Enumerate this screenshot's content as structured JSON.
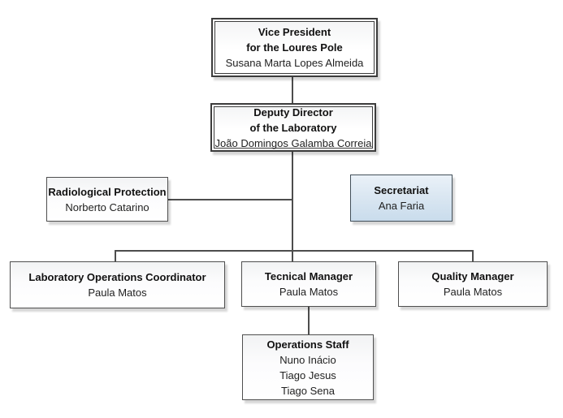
{
  "org_chart": {
    "nodes": [
      {
        "id": "vice-president",
        "title": "Vice President\nfor the Loures Pole",
        "names": "Susana Marta Lopes Almeida",
        "style": "double-border"
      },
      {
        "id": "deputy-director",
        "title": "Deputy Director\nof the Laboratory",
        "names": "João Domingos Galamba Correia",
        "style": "double-border"
      },
      {
        "id": "radiological-protection",
        "title": "Radiological Protection",
        "names": "Norberto Catarino",
        "style": "plain"
      },
      {
        "id": "secretariat",
        "title": "Secretariat",
        "names": "Ana Faria",
        "style": "blue"
      },
      {
        "id": "laboratory-operations-coordinator",
        "title": "Laboratory Operations Coordinator",
        "names": "Paula Matos",
        "style": "plain"
      },
      {
        "id": "tecnical-manager",
        "title": "Tecnical Manager",
        "names": "Paula Matos",
        "style": "plain"
      },
      {
        "id": "quality-manager",
        "title": "Quality Manager",
        "names": "Paula Matos",
        "style": "plain"
      },
      {
        "id": "operations-staff",
        "title": "Operations Staff",
        "names": "Nuno Inácio\nTiago Jesus\nTiago Sena",
        "style": "plain"
      }
    ],
    "edges": [
      {
        "from": "vice-president",
        "to": "deputy-director"
      },
      {
        "from": "deputy-director",
        "to": "radiological-protection"
      },
      {
        "from": "deputy-director",
        "to": "laboratory-operations-coordinator"
      },
      {
        "from": "deputy-director",
        "to": "tecnical-manager"
      },
      {
        "from": "deputy-director",
        "to": "quality-manager"
      },
      {
        "from": "tecnical-manager",
        "to": "operations-staff"
      }
    ],
    "colors": {
      "connector": "#4d4d4d",
      "box_border": "#4f4f4f",
      "double_box_border": "#3c3c3c",
      "blue_box_border": "#43505a",
      "blue_fill_top": "#eaf1f8",
      "blue_fill_bottom": "#c9dcec",
      "background": "#ffffff",
      "text": "#1f1f1f"
    }
  }
}
